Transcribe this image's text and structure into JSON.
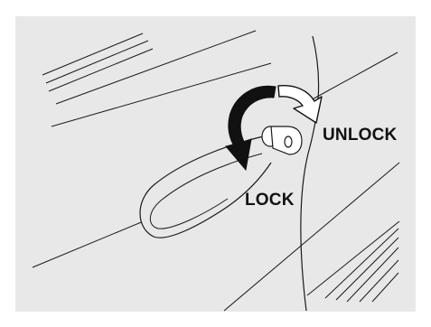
{
  "labels": {
    "unlock": "UNLOCK",
    "lock": "LOCK"
  },
  "colors": {
    "panel": "#e8e8e8",
    "line": "#1a1a1a",
    "arrow_fill": "#111111",
    "arrow_outline_fill": "#ffffff"
  },
  "icons": {
    "lock_direction": "curved-arrow-down",
    "unlock_direction": "curved-arrow-right",
    "key": "key-icon"
  }
}
